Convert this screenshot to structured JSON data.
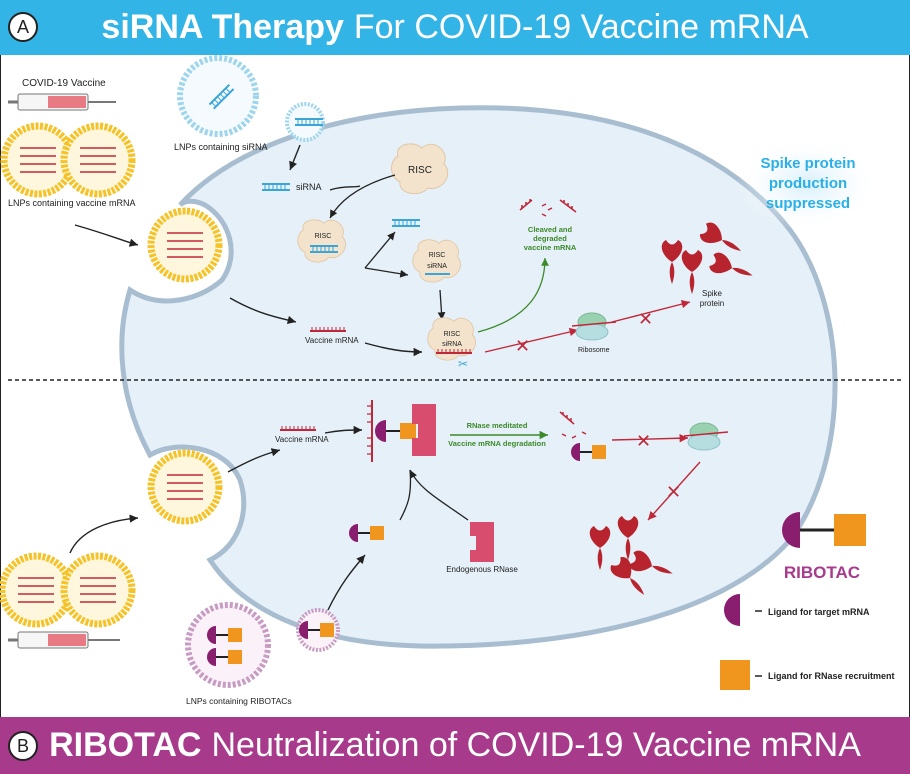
{
  "banner_top": {
    "letter": "A",
    "bold": "siRNA Therapy",
    "rest": "For COVID-19 Vaccine mRNA"
  },
  "banner_bottom": {
    "letter": "B",
    "bold": "RIBOTAC",
    "rest": "Neutralization of COVID-19 Vaccine mRNA"
  },
  "panel_a": {
    "covid_vaccine": "COVID-19 Vaccine",
    "lnp_vaccine": "LNPs containing vaccine mRNA",
    "lnp_sirna": "LNPs containing siRNA",
    "sirna": "siRNA",
    "risc": "RISC",
    "risc_small": "RISC",
    "risc_sirna_1": "RISC",
    "risc_sirna_2": "siRNA",
    "risc_final_1": "RISC",
    "risc_final_2": "siRNA",
    "cleaved_1": "Cleaved and",
    "cleaved_2": "degraded",
    "cleaved_3": "vaccine mRNA",
    "vaccine_mrna": "Vaccine mRNA",
    "ribosome": "Ribosome",
    "spike_1": "Spike",
    "spike_2": "protein",
    "suppressed_1": "Spike protein",
    "suppressed_2": "production",
    "suppressed_3": "suppressed"
  },
  "panel_b": {
    "vaccine_mrna": "Vaccine mRNA",
    "rnase_mediated": "RNase meditated",
    "degradation": "Vaccine mRNA degradation",
    "endogenous": "Endogenous RNase",
    "lnp_ribotac": "LNPs containing RIBOTACs",
    "ribotac_title": "RIBOTAC",
    "legend_target": "Ligand for target mRNA",
    "legend_rnase": "Ligand for RNase recruitment"
  },
  "colors": {
    "top_banner": "#33b4e6",
    "bottom_banner": "#a83a8c",
    "cell_fill": "#e6f0f8",
    "cell_border": "#a8bed0",
    "mrna": "#c0283a",
    "sirna": "#3aa6d8",
    "lnp_yellow": "#f5c227",
    "ligand_purple": "#8a1e6e",
    "ligand_orange": "#f0961e",
    "rnase_pink": "#d84c6e",
    "spike": "#b8242e",
    "suppressed_text": "#2ab0e6",
    "green_arrow": "#3c8a2a"
  }
}
